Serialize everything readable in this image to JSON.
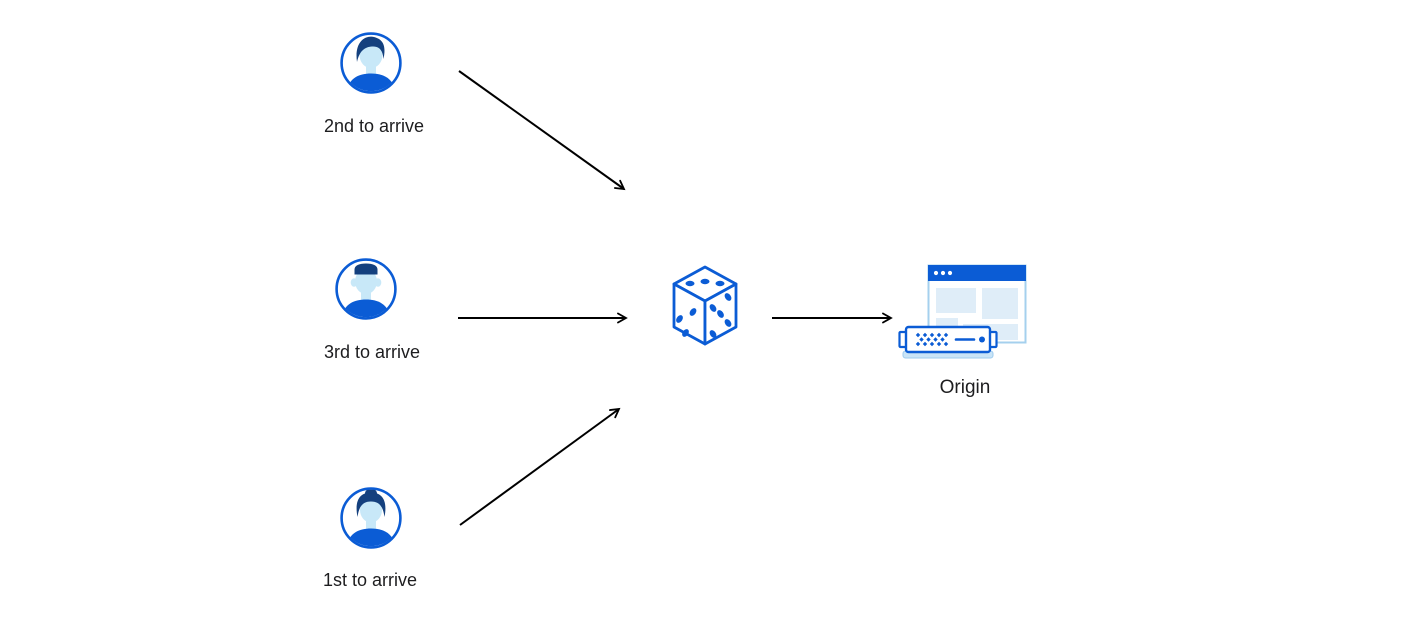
{
  "clients": [
    {
      "id": "second",
      "label": "2nd to arrive",
      "avatar_icon": "person-man-swept-hair-icon"
    },
    {
      "id": "third",
      "label": "3rd to arrive",
      "avatar_icon": "person-man-short-hair-icon"
    },
    {
      "id": "first",
      "label": "1st to arrive",
      "avatar_icon": "person-woman-hair-bun-icon"
    }
  ],
  "router": {
    "icon": "dice-icon"
  },
  "origin": {
    "label": "Origin",
    "icon": "origin-browser-server-icon"
  },
  "edges": [
    {
      "from": "2nd to arrive",
      "to": "dice"
    },
    {
      "from": "3rd to arrive",
      "to": "dice"
    },
    {
      "from": "1st to arrive",
      "to": "dice"
    },
    {
      "from": "dice",
      "to": "Origin"
    }
  ],
  "colors": {
    "background": "#ffffff",
    "primary_blue": "#0b5cd5",
    "dark_hair_blue": "#14407e",
    "light_skin_blue": "#c8e8f8",
    "panel_blue": "#dfedf8",
    "server_base_blue": "#c9e4f7",
    "arrow_black": "#000000",
    "label_text": "#1d1d1f"
  }
}
